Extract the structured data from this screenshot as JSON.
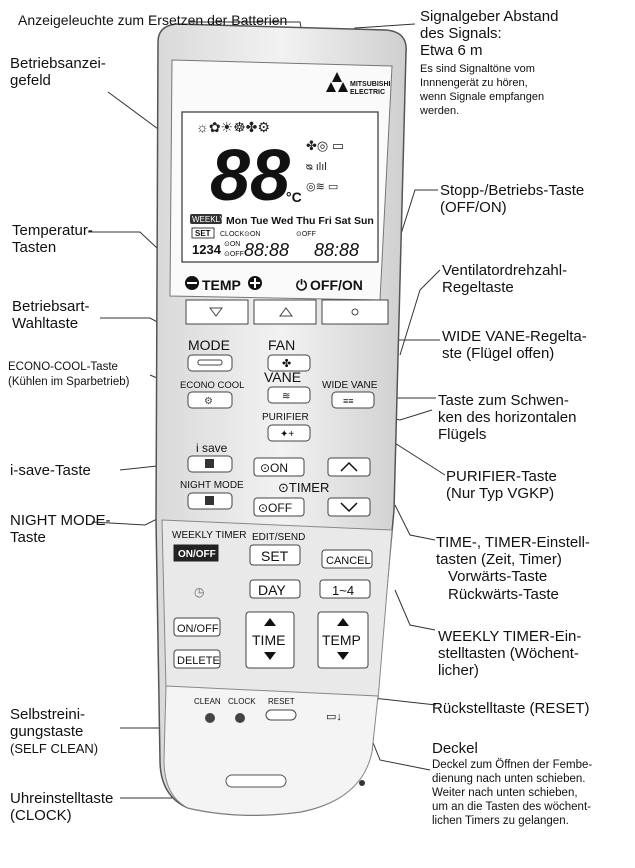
{
  "labels": {
    "battery": "Anzeigeleuchte zum Ersetzen der Batterien",
    "display": [
      "Betriebsanzei-",
      "gefeld"
    ],
    "temp_keys": [
      "Temperatur-",
      "Tasten"
    ],
    "mode_select": [
      "Betriebsart-",
      "Wahltaste"
    ],
    "econo_cool": [
      "ECONO-COOL-Taste",
      "(Kühlen im Sparbetrieb)"
    ],
    "isave": "i-save-Taste",
    "night_mode": [
      "NIGHT MODE-",
      "Taste"
    ],
    "self_clean": [
      "Selbstreini-",
      "gungstaste",
      "(SELF CLEAN)"
    ],
    "clock_key": [
      "Uhreinstelltaste",
      "(CLOCK)"
    ],
    "signal": [
      "Signalgeber Abstand",
      "des Signals:",
      "Etwa 6 m"
    ],
    "signal_note": [
      "Es sind Signaltöne vom",
      "Innnengerät zu hören,",
      "wenn Signale empfangen",
      "werden."
    ],
    "stop_run": [
      "Stopp-/Betriebs-Taste",
      "(OFF/ON)"
    ],
    "fan_speed": [
      "Ventilatordrehzahl-",
      "Regeltaste"
    ],
    "wide_vane": [
      "WIDE VANE-Regelta-",
      "ste (Flügel offen)"
    ],
    "swing": [
      "Taste zum Schwen-",
      "ken des horizontalen",
      "Flügels"
    ],
    "purifier": [
      "PURIFIER-Taste",
      "(Nur Typ VGKP)"
    ],
    "time_timer": [
      "TIME-, TIMER-Einstell-",
      "tasten (Zeit, Timer)"
    ],
    "forward": "Vorwärts-Taste",
    "backward": "Rückwärts-Taste",
    "weekly": [
      "WEEKLY TIMER-Ein-",
      "stelltasten (Wöchent-",
      "licher)"
    ],
    "reset": "Rückstelltaste (RESET)",
    "cover_title": "Deckel",
    "cover_note": [
      "Deckel zum Öffnen der Fembe-",
      "dienung nach unten schieben.",
      "Weiter nach unten schieben,",
      "um an die Tasten des wöchent-",
      "lichen Timers zu gelangen."
    ]
  },
  "remote": {
    "brand": [
      "MITSUBISHI",
      "ELECTRIC"
    ],
    "lcd_temp": "88",
    "lcd_unit": "°C",
    "days": "Mon Tue Wed Thu Fri Sat Sun",
    "weekly_badge": "WEEKLY",
    "set_badge": "SET",
    "clock_on": "CLOCK⊙ON",
    "off_small": "⊙OFF",
    "digits_1234": "1234",
    "on_small": "⊙ON",
    "off_small2": "⊙OFF",
    "time_digits_1": "88:88",
    "time_digits_2": "88:88",
    "temp_label": "TEMP",
    "off_on_label": "OFF/ON",
    "mode": "MODE",
    "econo_cool": "ECONO COOL",
    "fan": "FAN",
    "vane": "VANE",
    "wide_vane": "WIDE VANE",
    "purifier": "PURIFIER",
    "isave": "i save",
    "night_mode": "NIGHT MODE",
    "on_btn": "⊙ON",
    "timer": "⊙TIMER",
    "off_btn": "⊙OFF",
    "weekly_timer": "WEEKLY TIMER",
    "on_off_badge": "ON/OFF",
    "edit_send": "EDIT/SEND",
    "set": "SET",
    "cancel": "CANCEL",
    "day": "DAY",
    "one_four": "1~4",
    "on_off": "ON/OFF",
    "delete": "DELETE",
    "time": "TIME",
    "temp2": "TEMP",
    "clean": "CLEAN",
    "clock": "CLOCK",
    "reset": "RESET"
  }
}
